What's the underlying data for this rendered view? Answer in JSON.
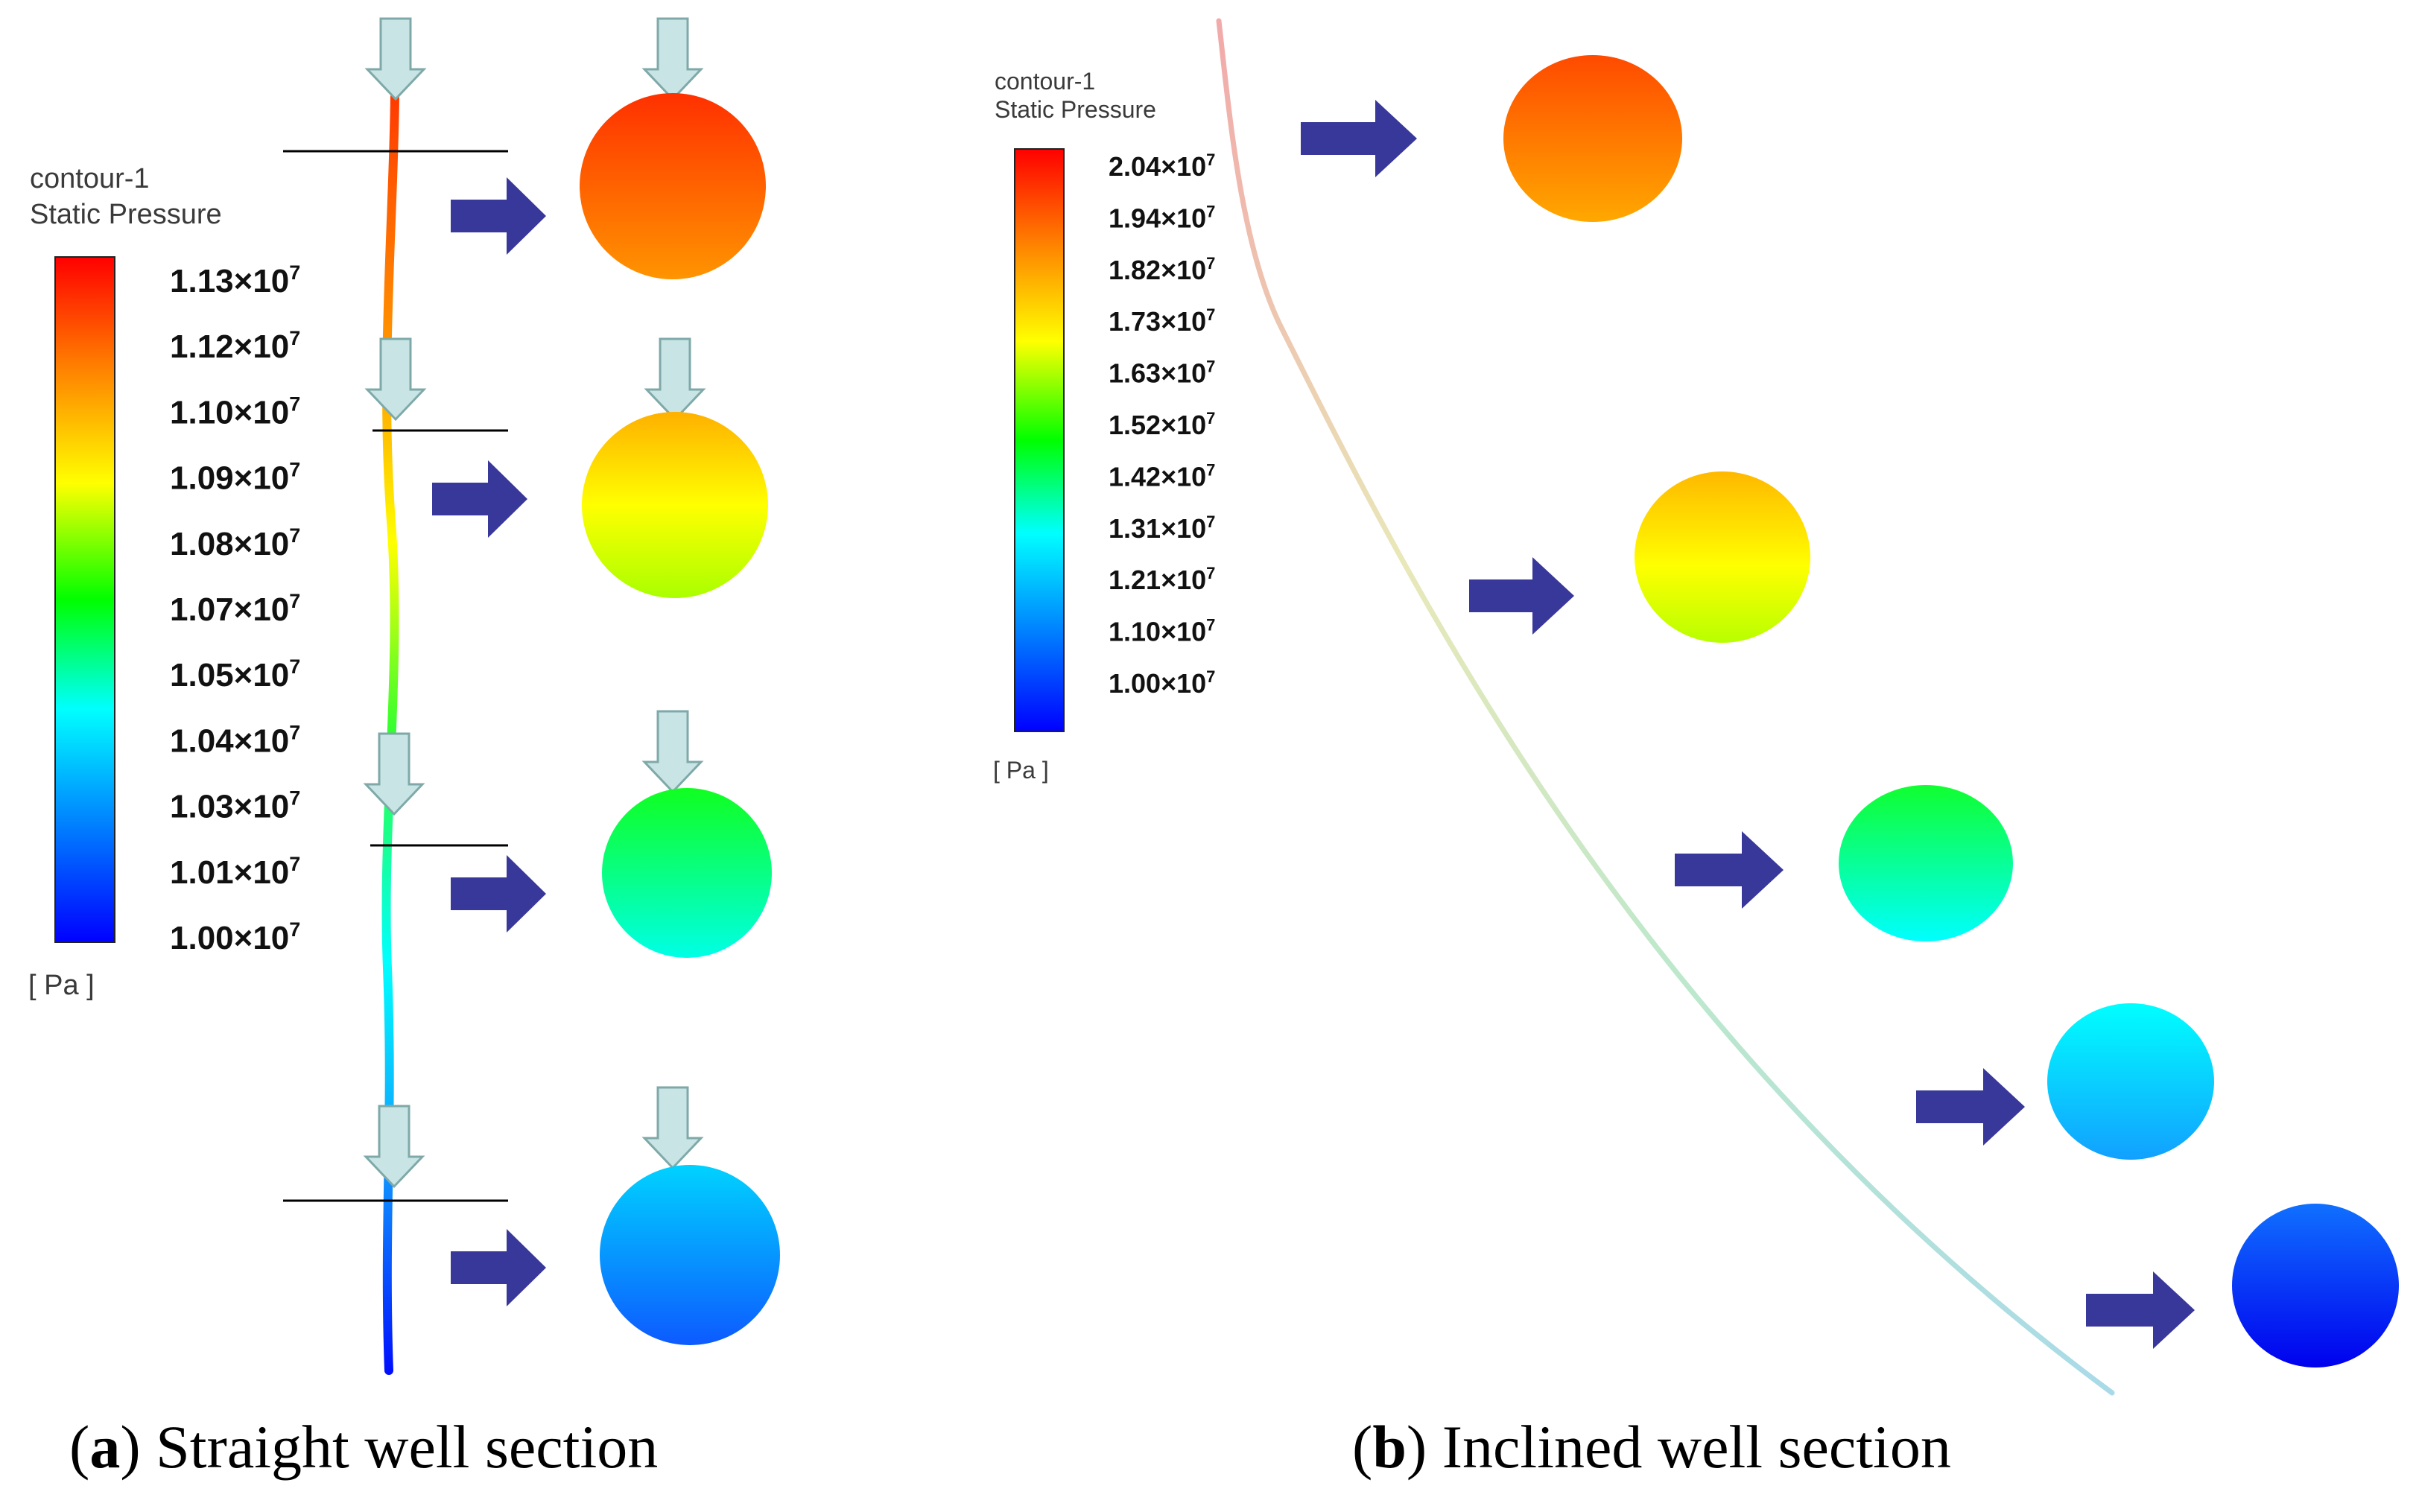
{
  "panel_a": {
    "legend": {
      "title": "contour-1",
      "subtitle": "Static Pressure",
      "unit": "[ Pa ]",
      "ticks": [
        {
          "mantissa": "1.13",
          "times": "×10",
          "exp": "7"
        },
        {
          "mantissa": "1.12",
          "times": "×10",
          "exp": "7"
        },
        {
          "mantissa": "1.10",
          "times": "×10",
          "exp": "7"
        },
        {
          "mantissa": "1.09",
          "times": "×10",
          "exp": "7"
        },
        {
          "mantissa": "1.08",
          "times": "×10",
          "exp": "7"
        },
        {
          "mantissa": "1.07",
          "times": "×10",
          "exp": "7"
        },
        {
          "mantissa": "1.05",
          "times": "×10",
          "exp": "7"
        },
        {
          "mantissa": "1.04",
          "times": "×10",
          "exp": "7"
        },
        {
          "mantissa": "1.03",
          "times": "×10",
          "exp": "7"
        },
        {
          "mantissa": "1.01",
          "times": "×10",
          "exp": "7"
        },
        {
          "mantissa": "1.00",
          "times": "×10",
          "exp": "7"
        }
      ]
    },
    "caption": {
      "letter": "a",
      "text": " Straight well section"
    }
  },
  "panel_b": {
    "legend": {
      "title": "contour-1",
      "subtitle": "Static Pressure",
      "unit": "[ Pa ]",
      "ticks": [
        {
          "mantissa": "2.04",
          "times": "×10",
          "exp": "7"
        },
        {
          "mantissa": "1.94",
          "times": "×10",
          "exp": "7"
        },
        {
          "mantissa": "1.82",
          "times": "×10",
          "exp": "7"
        },
        {
          "mantissa": "1.73",
          "times": "×10",
          "exp": "7"
        },
        {
          "mantissa": "1.63",
          "times": "×10",
          "exp": "7"
        },
        {
          "mantissa": "1.52",
          "times": "×10",
          "exp": "7"
        },
        {
          "mantissa": "1.42",
          "times": "×10",
          "exp": "7"
        },
        {
          "mantissa": "1.31",
          "times": "×10",
          "exp": "7"
        },
        {
          "mantissa": "1.21",
          "times": "×10",
          "exp": "7"
        },
        {
          "mantissa": "1.10",
          "times": "×10",
          "exp": "7"
        },
        {
          "mantissa": "1.00",
          "times": "×10",
          "exp": "7"
        }
      ]
    },
    "caption": {
      "letter": "b",
      "text": " Inclined well section"
    }
  },
  "colors": {
    "arrow_blue": "#38389a",
    "flow_arrow_fill": "#c8e4e4",
    "flow_arrow_stroke": "#7fa9a9",
    "section_line": "#000000",
    "scale": [
      "#ff0000",
      "#ff7f00",
      "#ffff00",
      "#00ff00",
      "#00ffff",
      "#007fff",
      "#0000ff"
    ]
  }
}
